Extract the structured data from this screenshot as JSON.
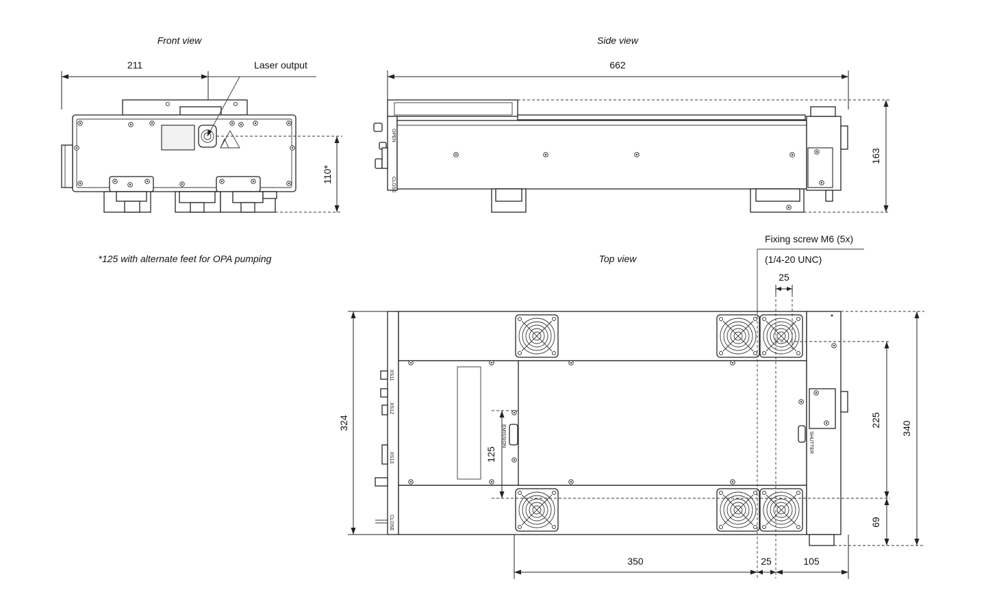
{
  "views": {
    "front_title": "Front view",
    "side_title": "Side view",
    "top_title": "Top view"
  },
  "labels": {
    "laser_output": "Laser output",
    "note": "*125 with alternate feet for OPA pumping",
    "fixing_screw_line1": "Fixing screw M6 (5x)",
    "fixing_screw_line2": "(1/4-20 UNC)",
    "panel_open": "OPEN",
    "panel_close": "CLOSE",
    "panel_emission": "EMISSION",
    "panel_shutter": "SHUTTER",
    "panel_xs1": "XS11",
    "panel_xs2": "XS12",
    "panel_xs3": "XS13"
  },
  "dimensions": {
    "front_width": "211",
    "front_height": "110*",
    "side_length": "662",
    "side_height": "163",
    "top_screw_pitch": "25",
    "top_width_left": "324",
    "top_inner": "125",
    "top_right_225": "225",
    "top_right_340": "340",
    "top_right_69": "69",
    "bottom_350": "350",
    "bottom_25": "25",
    "bottom_105": "105"
  },
  "colors": {
    "line": "#222222",
    "background": "#ffffff"
  }
}
